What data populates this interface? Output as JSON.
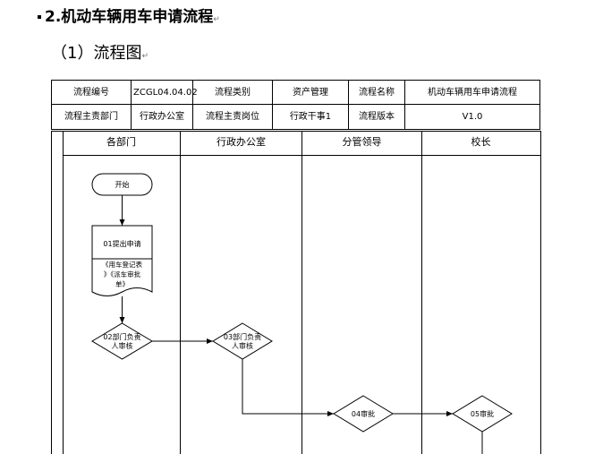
{
  "heading": {
    "number_title": "2.机动车辆用车申请流程",
    "sub_title": "（1）流程图",
    "para_mark": "↵"
  },
  "meta_table": {
    "rows": [
      [
        "流程编号",
        "ZCGL04.04.02",
        "流程类别",
        "资产管理",
        "流程名称",
        "机动车辆用车申请流程"
      ],
      [
        "流程主责部门",
        "行政办公室",
        "流程主责岗位",
        "行政干事1",
        "流程版本",
        "V1.0"
      ]
    ]
  },
  "lanes": [
    "各部门",
    "行政办公室",
    "分管领导",
    "校长"
  ],
  "flow": {
    "start": "开始",
    "step01": "01提出申请",
    "doc_line1": "《用车登记表",
    "doc_line2": "》《派车审批",
    "doc_line3": "单》",
    "step02_line1": "02部门负责",
    "step02_line2": "人审核",
    "step03_line1": "03部门负责",
    "step03_line2": "人审核",
    "step04": "04审批",
    "step05": "05审批"
  }
}
